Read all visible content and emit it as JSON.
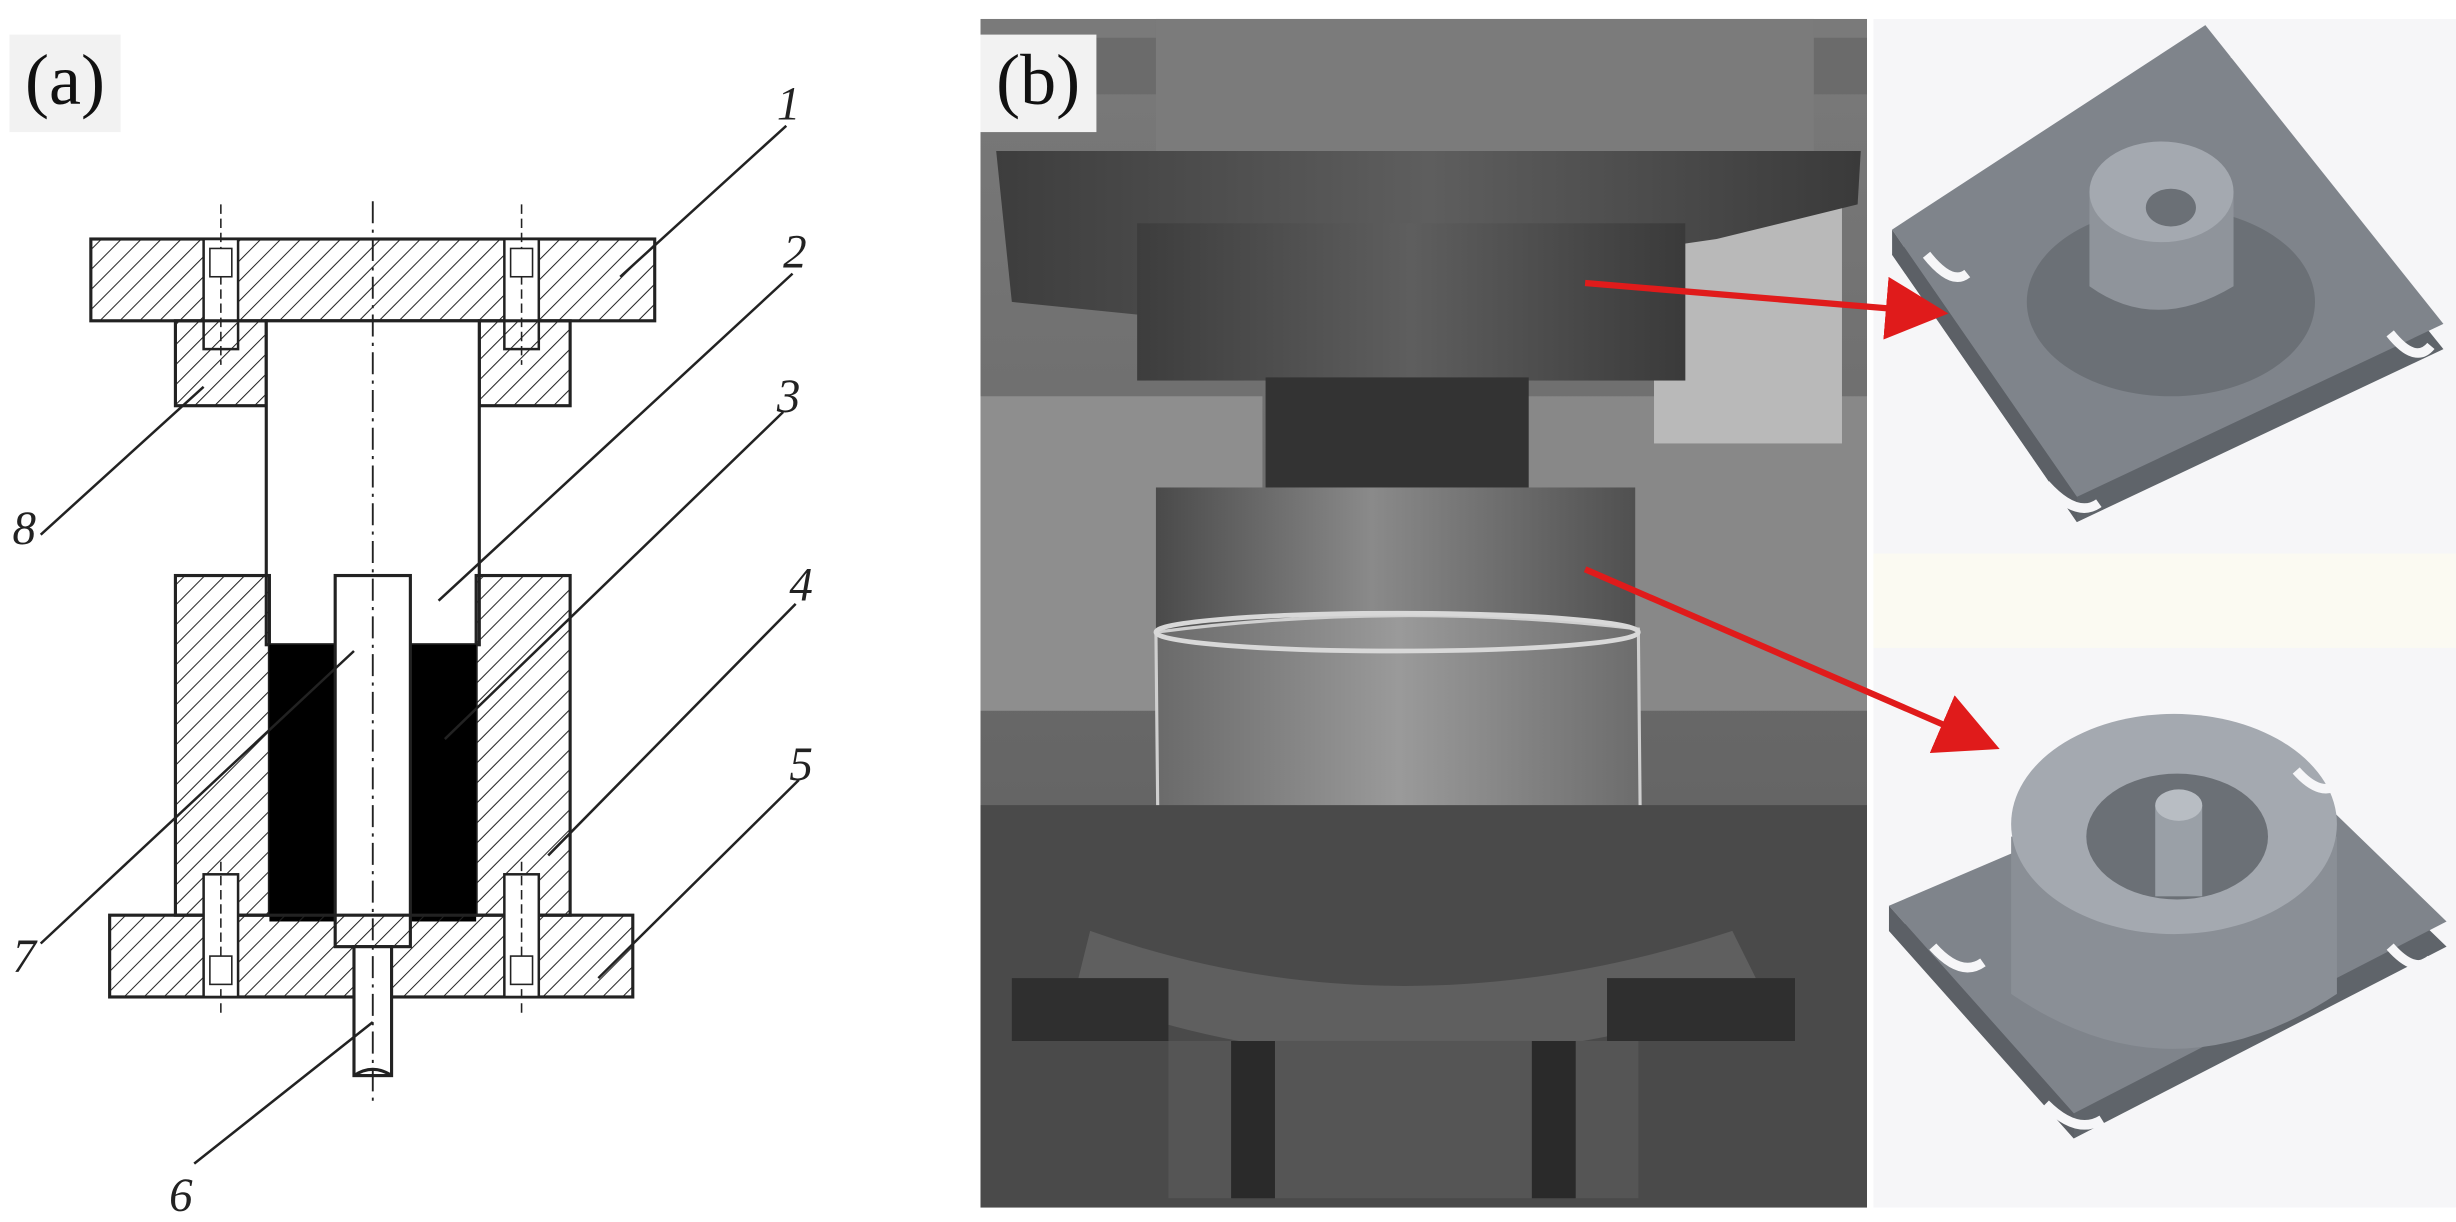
{
  "panels": {
    "a": {
      "label": "(a)"
    },
    "b": {
      "label": "(b)"
    }
  },
  "part_numbers": [
    "1",
    "2",
    "3",
    "4",
    "5",
    "6",
    "7",
    "8"
  ],
  "colors": {
    "hatch": "#222222",
    "rubber_fill": "#000000",
    "render_gray": "#7f848b",
    "render_light": "#a4a9b0",
    "render_dark": "#5f646a",
    "arrow": "#e01b1b",
    "label_bg": "#f2f2f2"
  }
}
